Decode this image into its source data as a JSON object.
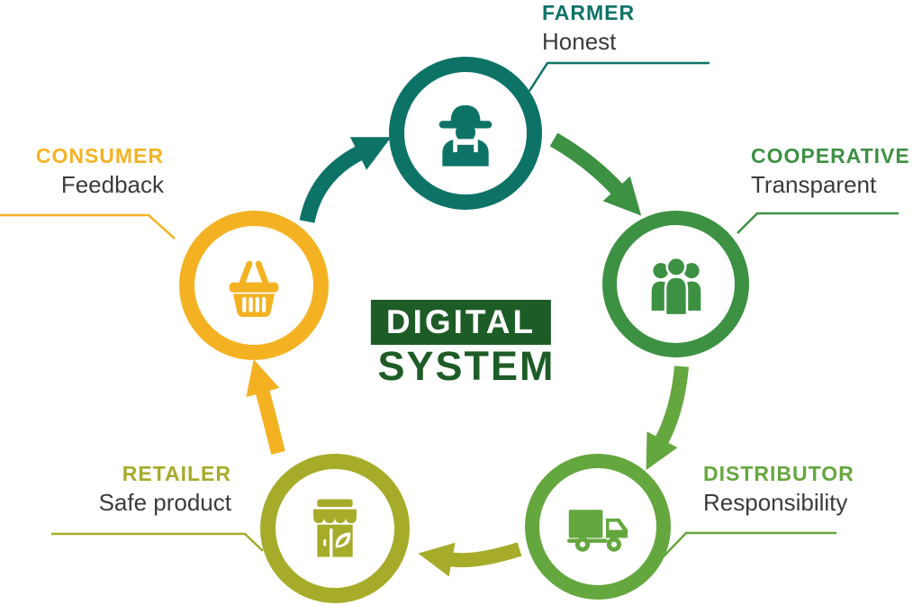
{
  "center": {
    "line1": "DIGITAL",
    "line2": "SYSTEM",
    "badge_bg": "#1D5C26",
    "badge_text_color": "#FFFFFF"
  },
  "nodes": [
    {
      "name": "farmer",
      "label": "FARMER",
      "tagline": "Honest",
      "color": "#0D7367",
      "icon": "farmer-icon"
    },
    {
      "name": "cooperative",
      "label": "COOPERATIVE",
      "tagline": "Transparent",
      "color": "#3C9142",
      "icon": "people-group-icon"
    },
    {
      "name": "distributor",
      "label": "DISTRIBUTOR",
      "tagline": "Responsibility",
      "color": "#64A73E",
      "icon": "delivery-truck-icon"
    },
    {
      "name": "retailer",
      "label": "RETAILER",
      "tagline": "Safe product",
      "color": "#A6AC29",
      "icon": "storefront-icon"
    },
    {
      "name": "consumer",
      "label": "CONSUMER",
      "tagline": "Feedback",
      "color": "#F4B223",
      "icon": "shopping-basket-icon"
    }
  ],
  "flow_order": [
    "FARMER",
    "COOPERATIVE",
    "DISTRIBUTOR",
    "RETAILER",
    "CONSUMER"
  ],
  "tagline_color": "#3B3B3B",
  "background": "#FFFFFF"
}
